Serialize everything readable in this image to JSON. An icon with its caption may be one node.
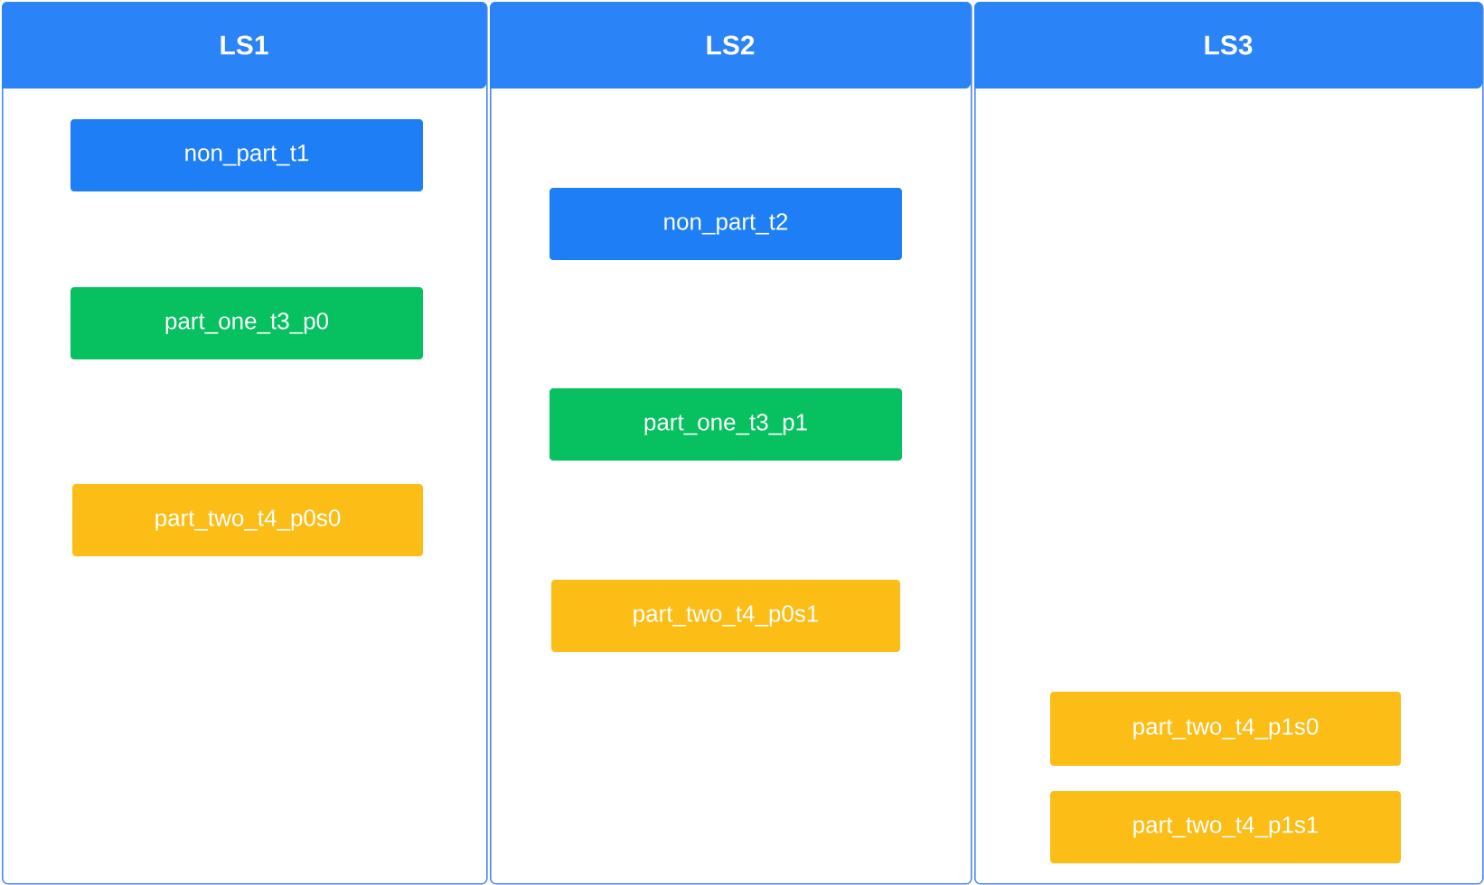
{
  "diagram": {
    "nodes": [
      {
        "text": [
          "LS1"
        ]
      },
      {
        "text": [
          "non_part_t1"
        ],
        "in": 0
      },
      {
        "text": [
          "part_one_t3_p0"
        ],
        "in": 0
      },
      {
        "text": [
          "part_two_t4_p0s0"
        ],
        "in": 0
      },
      {
        "text": [
          "LS2"
        ]
      },
      {
        "text": [
          "non_part_t2"
        ],
        "in": 4
      },
      {
        "text": [
          "part_one_t3_p1"
        ],
        "in": 4
      },
      {
        "text": [
          "part_two_t4_p0s1"
        ],
        "in": 4
      },
      {
        "text": [
          "LS3"
        ]
      },
      {
        "text": [
          "part_two_t4_p1s0"
        ],
        "in": 8
      },
      {
        "text": [
          "part_two_t4_p1s1"
        ],
        "in": 8
      }
    ]
  }
}
